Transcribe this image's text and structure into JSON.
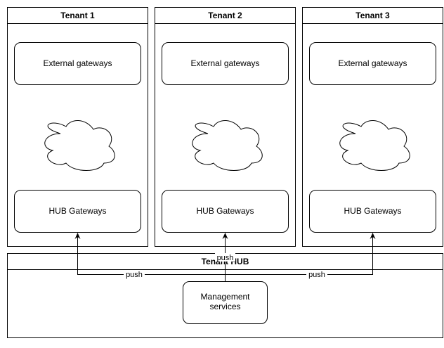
{
  "tenants": [
    {
      "title": "Tenant 1",
      "external": "External gateways",
      "hub": "HUB Gateways"
    },
    {
      "title": "Tenant 2",
      "external": "External gateways",
      "hub": "HUB Gateways"
    },
    {
      "title": "Tenant 3",
      "external": "External gateways",
      "hub": "HUB Gateways"
    }
  ],
  "hub_pool": {
    "title": "Tenant HUB",
    "management": {
      "line1": "Management",
      "line2": "services"
    }
  },
  "edges": {
    "left": "push",
    "middle": "push",
    "right": "push"
  },
  "colors": {
    "stroke": "#000000",
    "fill": "#ffffff"
  }
}
